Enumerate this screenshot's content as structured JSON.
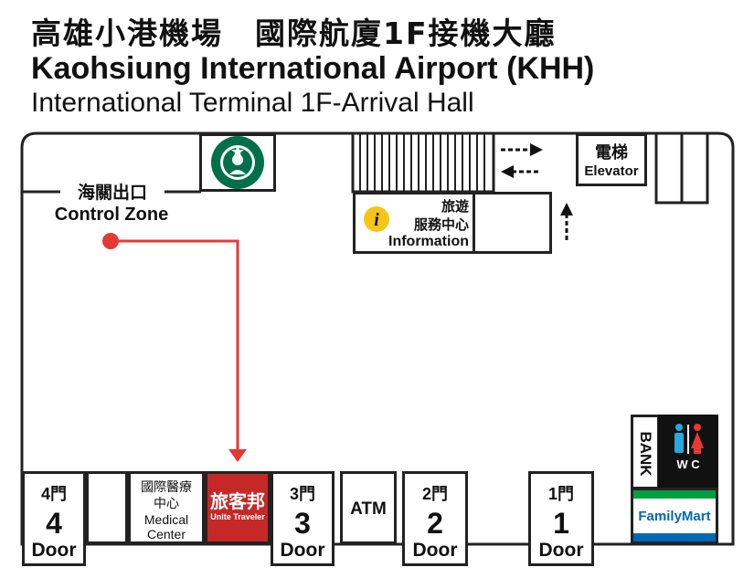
{
  "header": {
    "title_zh": "高雄小港機場　國際航廈1F接機大廳",
    "title_en": "Kaohsiung International Airport (KHH)",
    "subtitle": "International Terminal 1F-Arrival Hall"
  },
  "control_zone": {
    "label_zh": "海關出口",
    "label_en": "Control Zone"
  },
  "information": {
    "label_zh_1": "旅遊",
    "label_zh_2": "服務中心",
    "label_en": "Information"
  },
  "elevator": {
    "label_zh": "電梯",
    "label_en": "Elevator"
  },
  "medical": {
    "label_zh_1": "國際醫療",
    "label_zh_2": "中心",
    "label_en_1": "Medical",
    "label_en_2": "Center"
  },
  "unite_traveler": {
    "label_zh": "旅客邦",
    "label_en": "Unite Traveler"
  },
  "atm": {
    "label": "ATM"
  },
  "bank": {
    "label": "BANK"
  },
  "wc": {
    "label": "W C"
  },
  "familymart": {
    "label": "FamilyMart"
  },
  "doors": [
    {
      "zh": "4門",
      "num": "4",
      "en": "Door"
    },
    {
      "zh": "3門",
      "num": "3",
      "en": "Door"
    },
    {
      "zh": "2門",
      "num": "2",
      "en": "Door"
    },
    {
      "zh": "1門",
      "num": "1",
      "en": "Door"
    }
  ],
  "colors": {
    "route": "#e53935",
    "unite_bg": "#c62828",
    "info_icon": "#f5c518",
    "starbucks": "#00704a",
    "familymart_blue": "#0068b7",
    "familymart_green": "#00a040"
  }
}
